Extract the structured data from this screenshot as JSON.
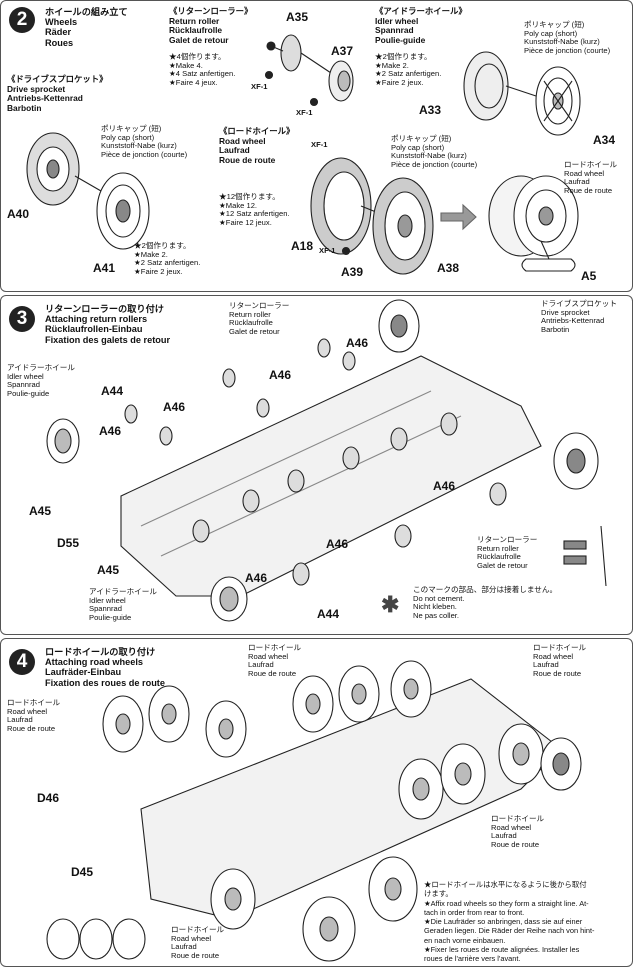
{
  "step2": {
    "number": "2",
    "title": [
      "ホイールの組み立て",
      "Wheels",
      "Räder",
      "Roues"
    ],
    "return_roller": [
      "《リターンローラー》",
      "Return roller",
      "Rücklaufrolle",
      "Galet de retour"
    ],
    "return_make": [
      "★4個作ります。",
      "★Make 4.",
      "★4 Satz anfertigen.",
      "★Faire 4 jeux."
    ],
    "idler": [
      "《アイドラーホイール》",
      "Idler wheel",
      "Spannrad",
      "Poulie-guide"
    ],
    "idler_make": [
      "★2個作ります。",
      "★Make 2.",
      "★2 Satz anfertigen.",
      "★Faire 2 jeux."
    ],
    "polycap": [
      "ポリキャップ (短)",
      "Poly cap (short)",
      "Kunststoff-Nabe (kurz)",
      "Pièce de jonction (courte)"
    ],
    "sprocket": [
      "《ドライブスプロケット》",
      "Drive sprocket",
      "Antriebs-Kettenrad",
      "Barbotin"
    ],
    "sprocket_make": [
      "★2個作ります。",
      "★Make 2.",
      "★2 Satz anfertigen.",
      "★Faire 2 jeux."
    ],
    "road_wheel": [
      "《ロードホイール》",
      "Road wheel",
      "Laufrad",
      "Roue de route"
    ],
    "road_make": [
      "★12個作ります。",
      "★Make 12.",
      "★12 Satz anfertigen.",
      "★Faire 12 jeux."
    ],
    "road_wheel_right": [
      "ロードホイール",
      "Road wheel",
      "Laufrad",
      "Roue de route"
    ],
    "parts": {
      "A35": "A35",
      "A37": "A37",
      "XF1": "XF-1",
      "A33": "A33",
      "A34": "A34",
      "A40": "A40",
      "A41": "A41",
      "A18": "A18",
      "A39": "A39",
      "A38": "A38",
      "A5": "A5"
    }
  },
  "step3": {
    "number": "3",
    "title": [
      "リターンローラーの取り付け",
      "Attaching return rollers",
      "Rücklaufrollen-Einbau",
      "Fixation des galets de retour"
    ],
    "return_roller": [
      "リターンローラー",
      "Return roller",
      "Rücklaufrolle",
      "Galet de retour"
    ],
    "sprocket": [
      "ドライブスプロケット",
      "Drive sprocket",
      "Antriebs-Kettenrad",
      "Barbotin"
    ],
    "idler": [
      "アイドラーホイール",
      "Idler wheel",
      "Spannrad",
      "Poulie-guide"
    ],
    "idler_bottom": [
      "アイドラーホイール",
      "Idler wheel",
      "Spannrad",
      "Poulie-guide"
    ],
    "return_roller_right": [
      "リターンローラー",
      "Return roller",
      "Rücklaufrolle",
      "Galet de retour"
    ],
    "no_cement": [
      "このマークの部品、部分は接着しません。",
      "Do not cement.",
      "Nicht kleben.",
      "Ne pas coller."
    ],
    "parts": {
      "A46a": "A46",
      "A46b": "A46",
      "A44a": "A44",
      "A46c": "A46",
      "A46d": "A46",
      "A45a": "A45",
      "D55": "D55",
      "A45b": "A45",
      "A46e": "A46",
      "A46f": "A46",
      "A46g": "A46",
      "A44b": "A44"
    }
  },
  "step4": {
    "number": "4",
    "title": [
      "ロードホイールの取り付け",
      "Attaching road wheels",
      "Laufräder-Einbau",
      "Fixation des roues de route"
    ],
    "rw_top": [
      "ロードホイール",
      "Road wheel",
      "Laufrad",
      "Roue de route"
    ],
    "rw_topright": [
      "ロードホイール",
      "Road wheel",
      "Laufrad",
      "Roue de route"
    ],
    "rw_left": [
      "ロードホイール",
      "Road wheel",
      "Laufrad",
      "Roue de route"
    ],
    "rw_right": [
      "ロードホイール",
      "Road wheel",
      "Laufrad",
      "Roue de route"
    ],
    "rw_bottom": [
      "ロードホイール",
      "Road wheel",
      "Laufrad",
      "Roue de route"
    ],
    "note": [
      "★ロードホイールは水平になるように後から取付",
      "けます。",
      "★Affix road wheels so they form a straight line. At-",
      "tach in order from rear to front.",
      "★Die Laufräder so anbringen, dass sie auf einer",
      "Geraden liegen. Die Räder der Reihe nach von hint-",
      "en nach vorne einbauen.",
      "★Fixer les roues de route alignées. Installer les",
      "roues de l'arrière vers l'avant."
    ],
    "parts": {
      "D46": "D46",
      "D45": "D45"
    }
  }
}
